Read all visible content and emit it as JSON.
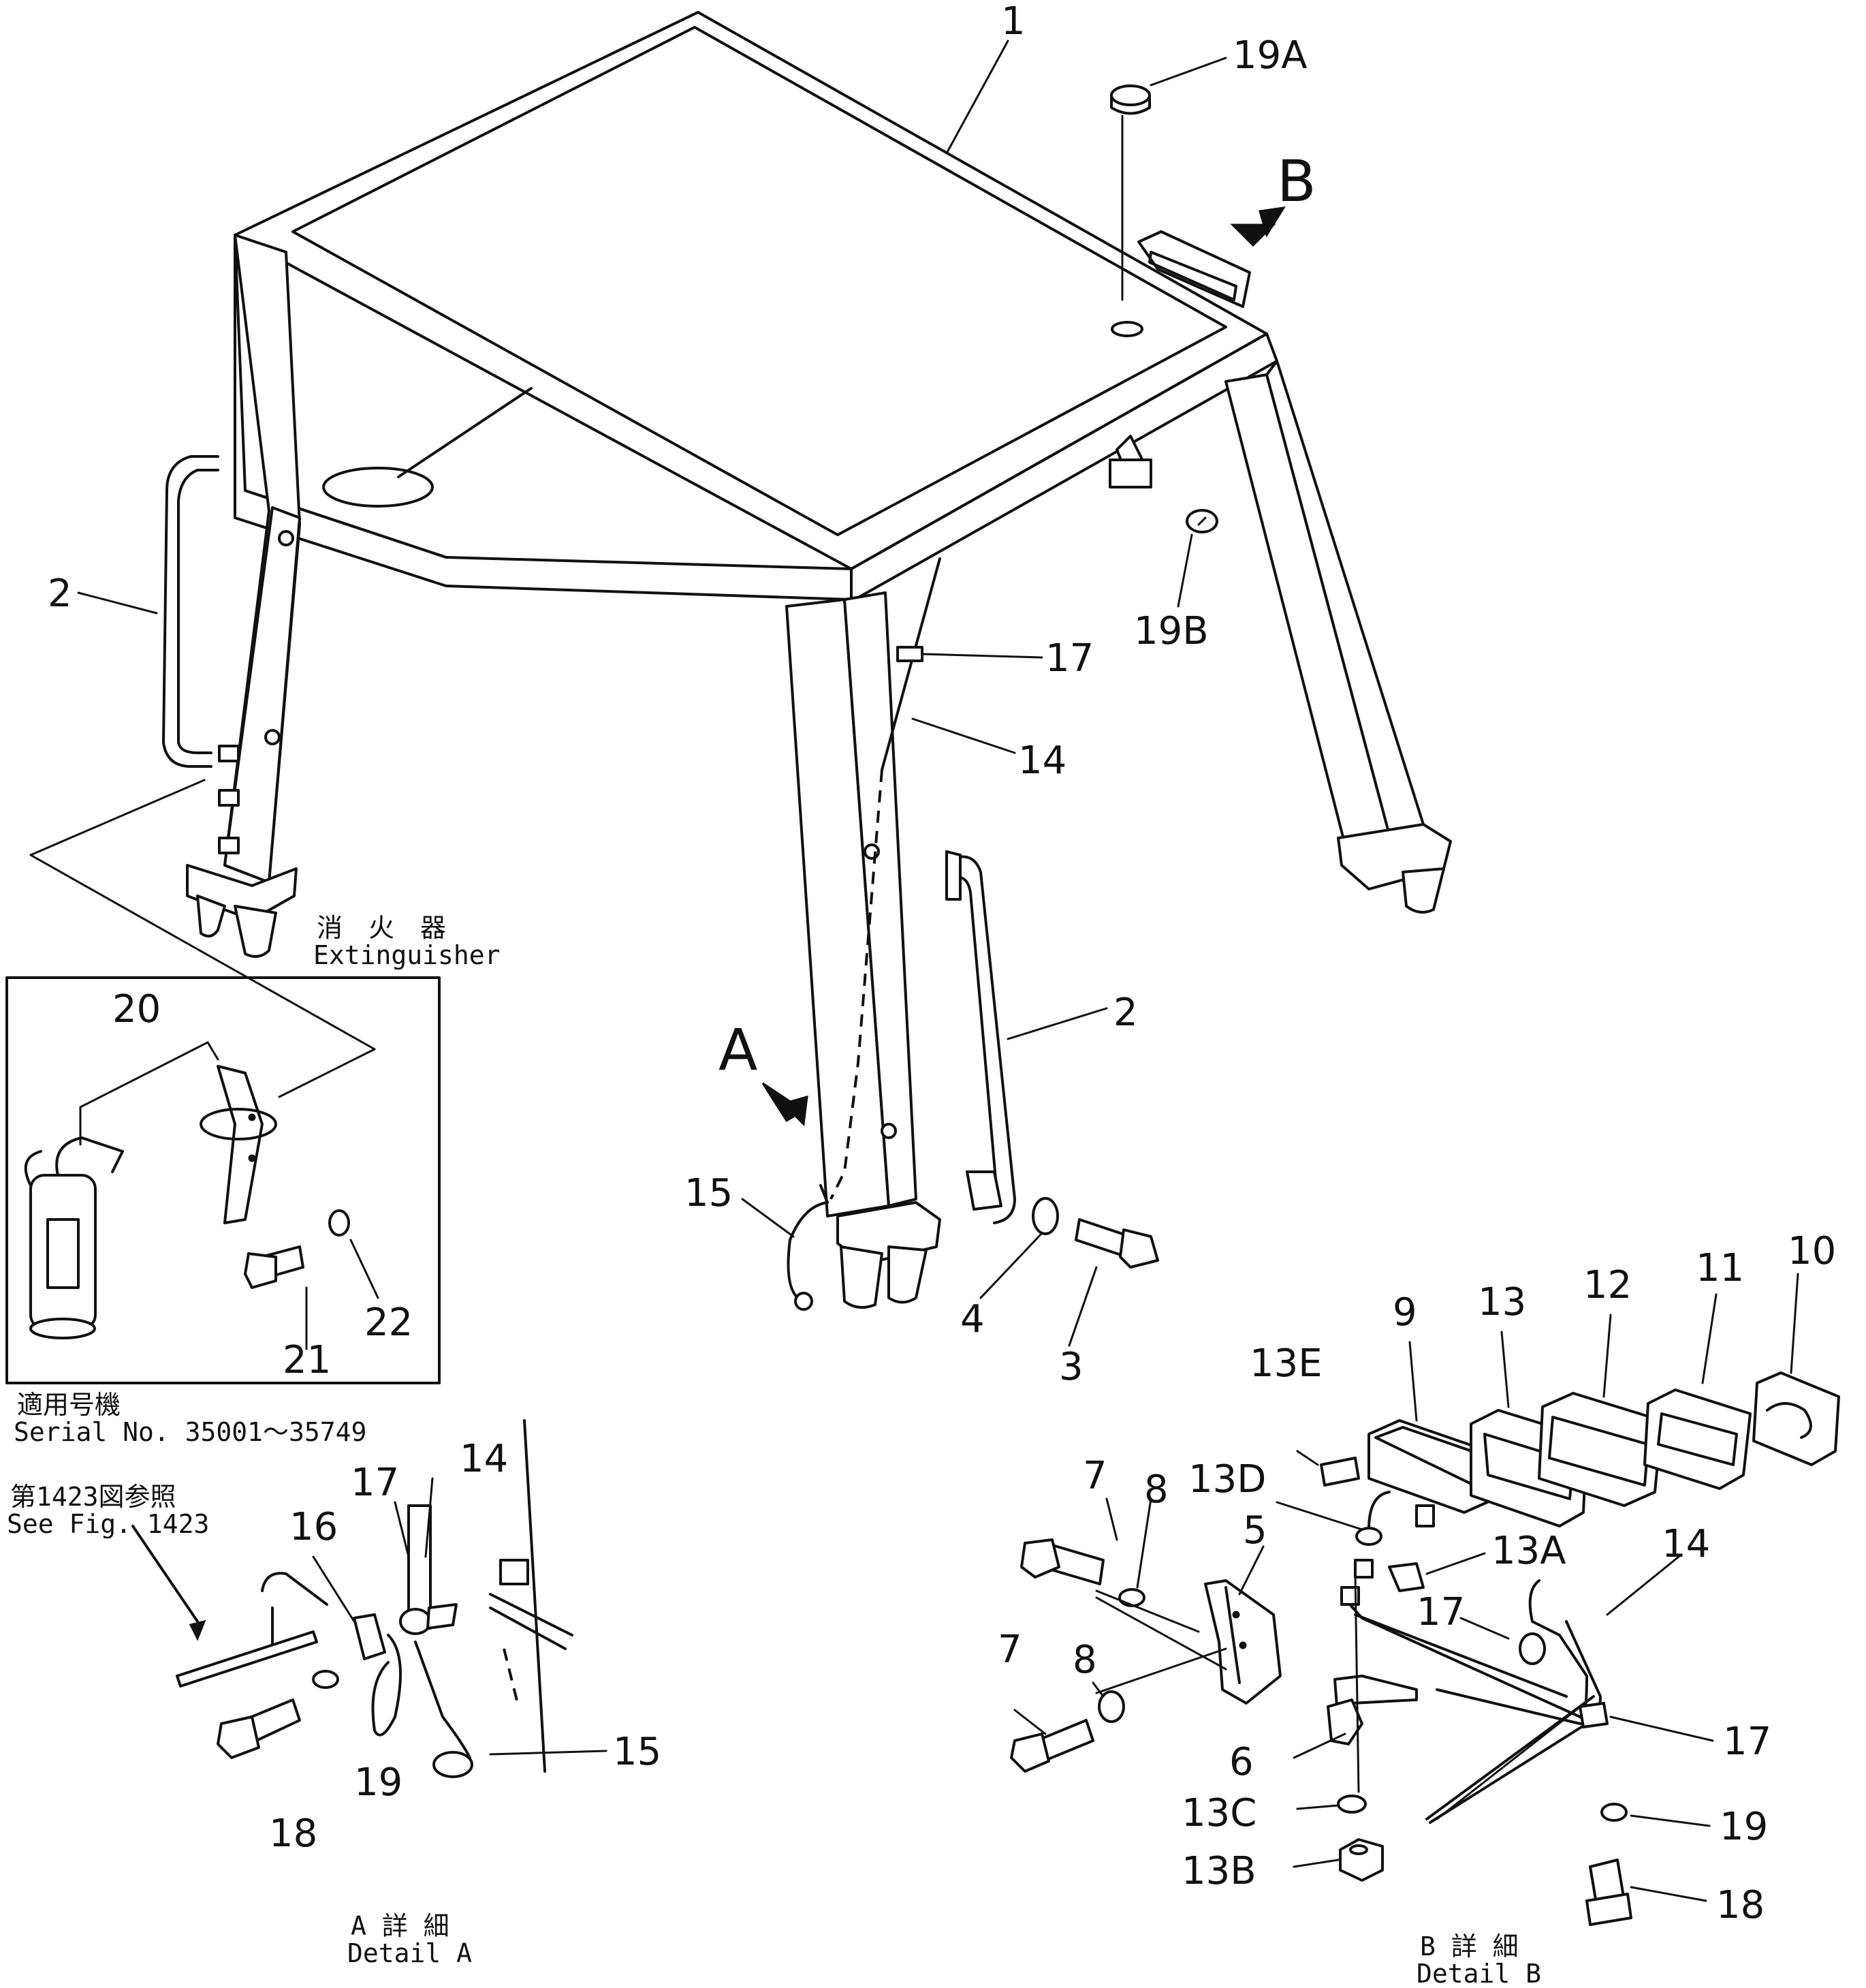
{
  "callouts": {
    "c1": "1",
    "c19A": "19A",
    "cB": "B",
    "c2a": "2",
    "c19B": "19B",
    "c17a": "17",
    "c14a": "14",
    "c2b": "2",
    "cA": "A",
    "c15a": "15",
    "c4": "4",
    "c3": "3",
    "c20": "20",
    "c21": "21",
    "c22": "22",
    "c9": "9",
    "c13": "13",
    "c12": "12",
    "c11": "11",
    "c10": "10",
    "c13E": "13E",
    "c13D": "13D",
    "c7a": "7",
    "c8a": "8",
    "c5": "5",
    "c13A": "13A",
    "c14b": "14",
    "c17b": "17",
    "c7b": "7",
    "c8b": "8",
    "c6": "6",
    "c13C": "13C",
    "c13B": "13B",
    "c17c": "17",
    "c19b": "19",
    "c18b": "18",
    "c14c": "14",
    "c17d": "17",
    "c16": "16",
    "c15b": "15",
    "c19c": "19",
    "c18c": "18"
  },
  "notes": {
    "extinguisher_jp": "消　火　器",
    "extinguisher_en": "Extinguisher",
    "serial_jp": "適用号機",
    "serial_en": "Serial  No.  35001～35749",
    "seefig_jp": "第1423図参照",
    "seefig_en": "See  Fig.  1423",
    "detailA_jp": "A  詳  細",
    "detailA_en": "Detail  A",
    "detailB_jp": "B  詳  細",
    "detailB_en": "Detail  B"
  }
}
